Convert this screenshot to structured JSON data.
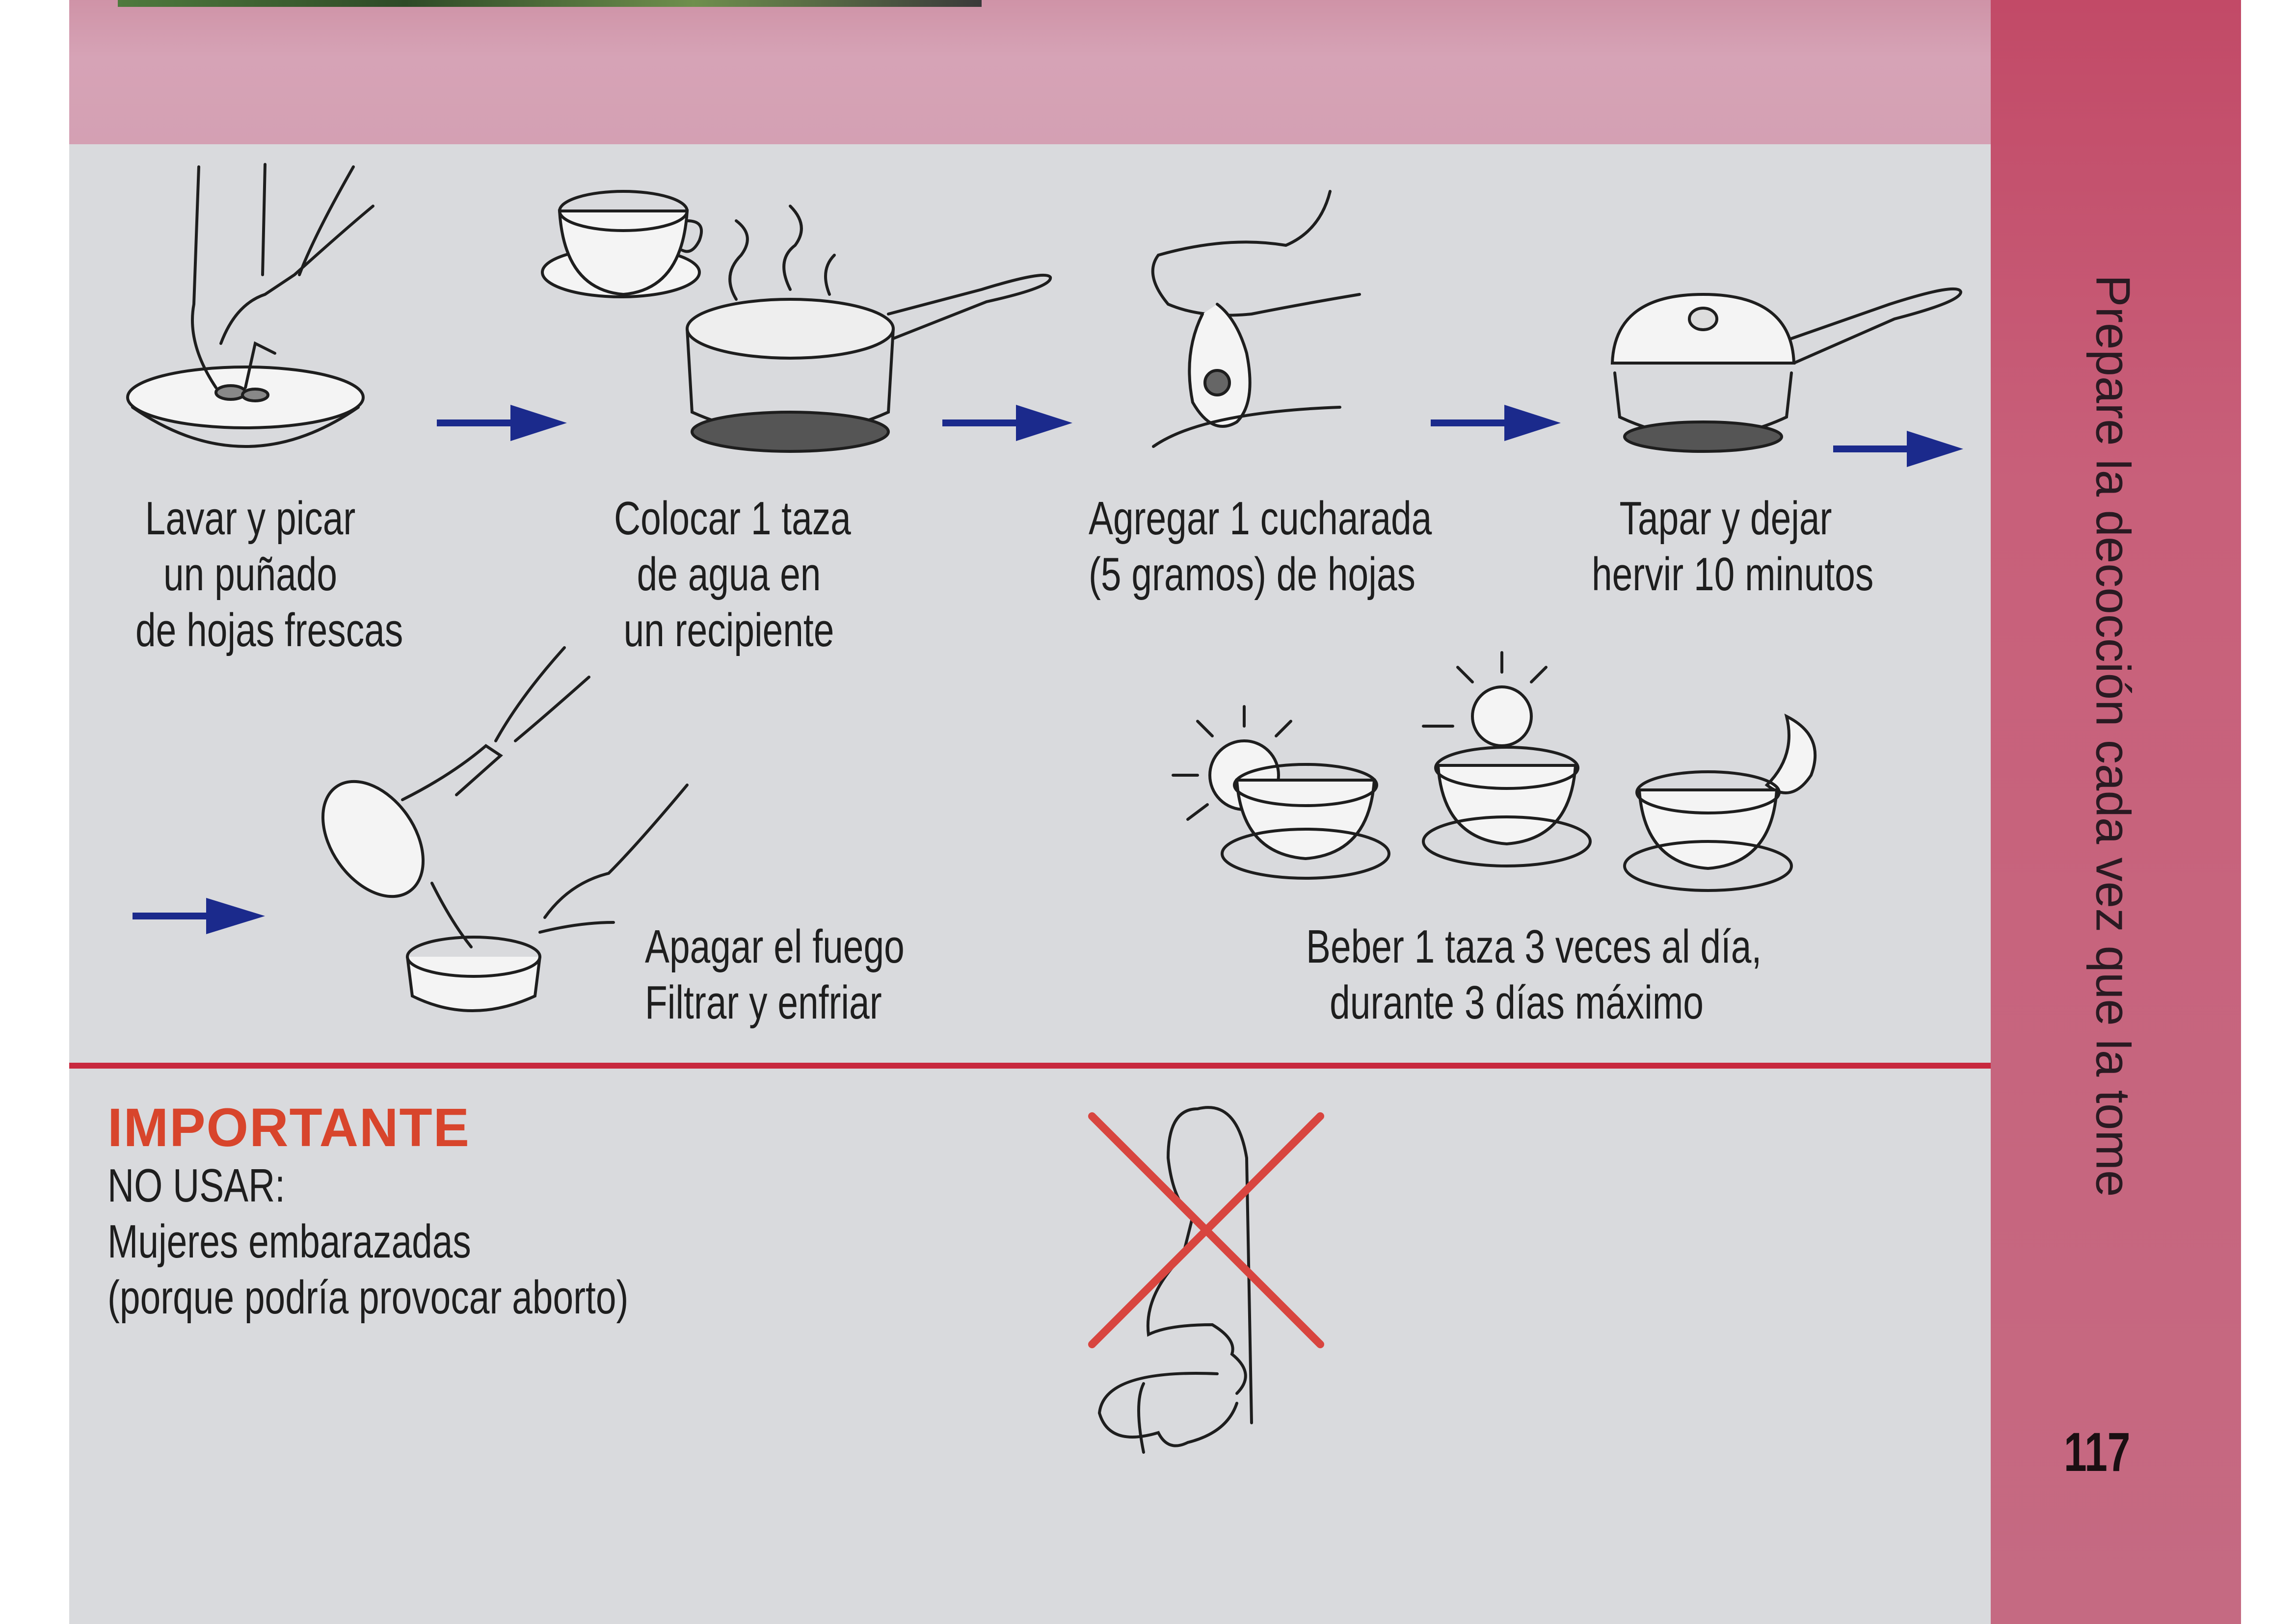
{
  "steps": [
    {
      "lines": [
        "Lavar y picar",
        "un puñado",
        "de hojas frescas"
      ],
      "icon": "hands-washing-leaves-in-bowl"
    },
    {
      "lines": [
        "Colocar 1 taza",
        "de agua en",
        "un recipiente"
      ],
      "icon": "cup-and-boiling-pot"
    },
    {
      "lines": [
        "Agregar 1 cucharada",
        "(5 gramos) de hojas"
      ],
      "icon": "hand-with-spoon"
    },
    {
      "lines": [
        "Tapar y dejar",
        "hervir 10 minutos"
      ],
      "icon": "lidded-pot"
    },
    {
      "lines": [
        "Apagar el fuego",
        "Filtrar y enfriar"
      ],
      "icon": "pouring-through-strainer"
    },
    {
      "lines": [
        "Beber 1 taza 3 veces al día,",
        "durante 3 días máximo"
      ],
      "icon": "three-cups-sun-moon"
    }
  ],
  "warning": {
    "title": "IMPORTANTE",
    "lines": [
      "NO USAR:",
      "Mujeres embarazadas",
      "(porque podría provocar aborto)"
    ],
    "icon": "crossed-out-pregnant-woman"
  },
  "sidebar": {
    "text": "Prepare la decocción cada vez que la tome",
    "page_number": "117"
  },
  "colors": {
    "arrow": "#1b2a8c",
    "accent_red": "#c8283e",
    "title": "#d8452c",
    "side_band": "#c5607a"
  }
}
